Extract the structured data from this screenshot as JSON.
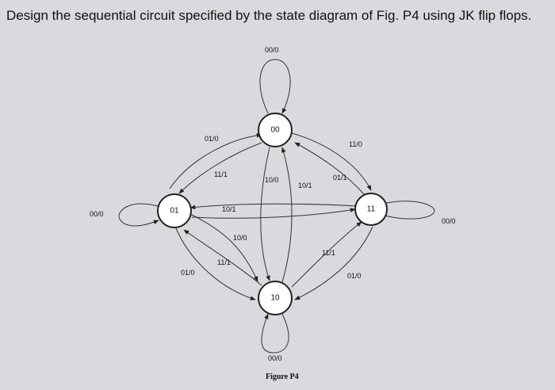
{
  "question": "Design the sequential circuit specified by the state diagram of Fig. P4 using JK flip flops.",
  "figure_caption": "Figure P4",
  "states": [
    {
      "id": "s00",
      "label": "00"
    },
    {
      "id": "s01",
      "label": "01"
    },
    {
      "id": "s11",
      "label": "11"
    },
    {
      "id": "s10",
      "label": "10"
    }
  ],
  "transitions": [
    {
      "from": "00",
      "to": "00",
      "label": "00/0"
    },
    {
      "from": "01",
      "to": "01",
      "label": "00/0"
    },
    {
      "from": "11",
      "to": "11",
      "label": "00/0"
    },
    {
      "from": "10",
      "to": "10",
      "label": "00/0"
    },
    {
      "from": "01",
      "to": "00",
      "label": "01/0"
    },
    {
      "from": "00",
      "to": "01",
      "label": "11/1"
    },
    {
      "from": "00",
      "to": "11",
      "label": "11/0"
    },
    {
      "from": "11",
      "to": "00",
      "label": "01/1"
    },
    {
      "from": "00",
      "to": "10",
      "label": "10/0"
    },
    {
      "from": "10",
      "to": "00",
      "label": "10/1"
    },
    {
      "from": "11",
      "to": "01",
      "label": "10/1"
    },
    {
      "from": "01",
      "to": "10",
      "label": "10/0"
    },
    {
      "from": "10",
      "to": "01",
      "label": "11/1"
    },
    {
      "from": "01",
      "to": "10",
      "label": "01/0"
    },
    {
      "from": "10",
      "to": "11",
      "label": "11/1"
    },
    {
      "from": "11",
      "to": "10",
      "label": "01/0"
    }
  ]
}
